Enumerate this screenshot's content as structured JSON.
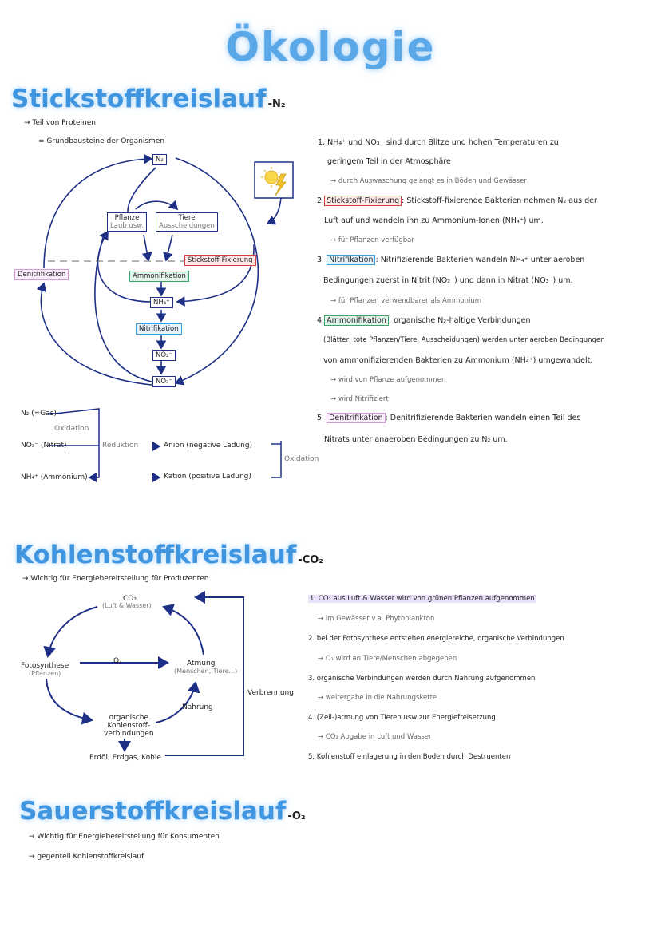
{
  "title": "Ökologie",
  "stickstoff": {
    "title": "Stickstoffkreislauf",
    "formula": "-N₂",
    "notes": [
      "→ Teil von Proteinen",
      "= Grundbausteine der Organismen"
    ],
    "diagram": {
      "n2": "N₂",
      "pflanze": "Pflanze",
      "pflanze_sub": "Laub usw.",
      "tiere": "Tiere",
      "tiere_sub": "Ausscheidungen",
      "stickstoff_fixierung": "Stickstoff-Fixierung",
      "denitrifikation": "Denitrifikation",
      "ammonifikation": "Ammonifikation",
      "nh4": "NH₄⁺",
      "nitrifikation": "Nitrifikation",
      "no2": "NO₂⁻",
      "no3": "NO₃⁻"
    },
    "redox": {
      "n2gas": "N₂ (=Gas)",
      "no3": "NO₃⁻ (Nitrat)",
      "nh4": "NH₄⁺ (Ammonium)",
      "oxidation1": "Oxidation",
      "reduktion": "Reduktion",
      "anion": "Anion (negative Ladung)",
      "kation": "Kation (positive Ladung)",
      "oxidation2": "Oxidation"
    },
    "list": {
      "i1_a": "1. NH₄⁺ und NO₃⁻ sind durch Blitze und hohen Temperaturen zu",
      "i1_b": "geringem Teil in der Atmosphäre",
      "i1_sub": "→ durch Auswaschung gelangt es in Böden und Gewässer",
      "i2_num": "2.",
      "i2_hl": "Stickstoff-Fixierung",
      "i2_a": ": Stickstoff-fixierende Bakterien nehmen N₂ aus der",
      "i2_b": "Luft auf und wandeln ihn zu Ammonium-Ionen (NH₄⁺) um.",
      "i2_sub": "→ für Pflanzen verfügbar",
      "i3_num": "3.",
      "i3_hl": "Nitrifikation",
      "i3_a": ": Nitrifizierende Bakterien wandeln NH₄⁺ unter aeroben",
      "i3_b": "Bedingungen zuerst in Nitrit (NO₂⁻) und dann in Nitrat (NO₃⁻) um.",
      "i3_sub": "→ für Pflanzen verwendbarer als Ammonium",
      "i4_num": "4.",
      "i4_hl": "Ammonifikation",
      "i4_a": ": organische N₂-haltige Verbindungen",
      "i4_b": "(Blätter, tote Pflanzen/Tiere, Ausscheidungen) werden unter aeroben Bedingungen",
      "i4_c": "von ammonifizierenden Bakterien zu Ammonium (NH₄⁺) umgewandelt.",
      "i4_sub1": "→ wird von Pflanze aufgenommen",
      "i4_sub2": "→ wird Nitrifiziert",
      "i5_num": "5.",
      "i5_hl": "Denitrifikation",
      "i5_a": ": Denitrifizierende Bakterien wandeln einen Teil des",
      "i5_b": "Nitrats unter anaeroben Bedingungen zu N₂ um."
    }
  },
  "kohlenstoff": {
    "title": "Kohlenstoffkreislauf",
    "formula": "-CO₂",
    "note": "→ Wichtig für Energiebereitstellung für Produzenten",
    "diagram": {
      "co2": "CO₂",
      "co2_sub": "(Luft & Wasser)",
      "foto": "Fotosynthese",
      "foto_sub": "(Pflanzen)",
      "o2": "O₂",
      "atmung": "Atmung",
      "atmung_sub": "(Menschen, Tiere...)",
      "nahrung": "Nahrung",
      "org1": "organische",
      "org2": "Kohlenstoff-",
      "org3": "verbindungen",
      "erdoel": "Erdöl, Erdgas, Kohle",
      "verbrennung": "Verbrennung"
    },
    "list": {
      "i1": "1. CO₂ aus Luft & Wasser wird von grünen Pflanzen aufgenommen",
      "i1_sub": "→ im Gewässer v.a. Phytoplankton",
      "i2": "2. bei der Fotosynthese entstehen energiereiche, organische Verbindungen",
      "i2_sub": "→ O₂ wird an Tiere/Menschen abgegeben",
      "i3": "3. organische Verbindungen werden durch Nahrung aufgenommen",
      "i3_sub": "→ weitergabe in die Nahrungskette",
      "i4": "4. (Zell-)atmung von Tieren usw zur Energiefreisetzung",
      "i4_sub": "→ CO₂ Abgabe in Luft und Wasser",
      "i5": "5. Kohlenstoff einlagerung in den Boden durch Destruenten"
    }
  },
  "sauerstoff": {
    "title": "Sauerstoffkreislauf",
    "formula": "-O₂",
    "notes": [
      "→ Wichtig für Energiebereitstellung für Konsumenten",
      "→ gegenteil Kohlenstoffkreislauf"
    ]
  },
  "colors": {
    "title": "#5aa8e8",
    "arrows": "#1e2f86",
    "red": "#d64040",
    "blue": "#3a9ee0",
    "green": "#39a36a",
    "pink": "#d59ad8"
  }
}
